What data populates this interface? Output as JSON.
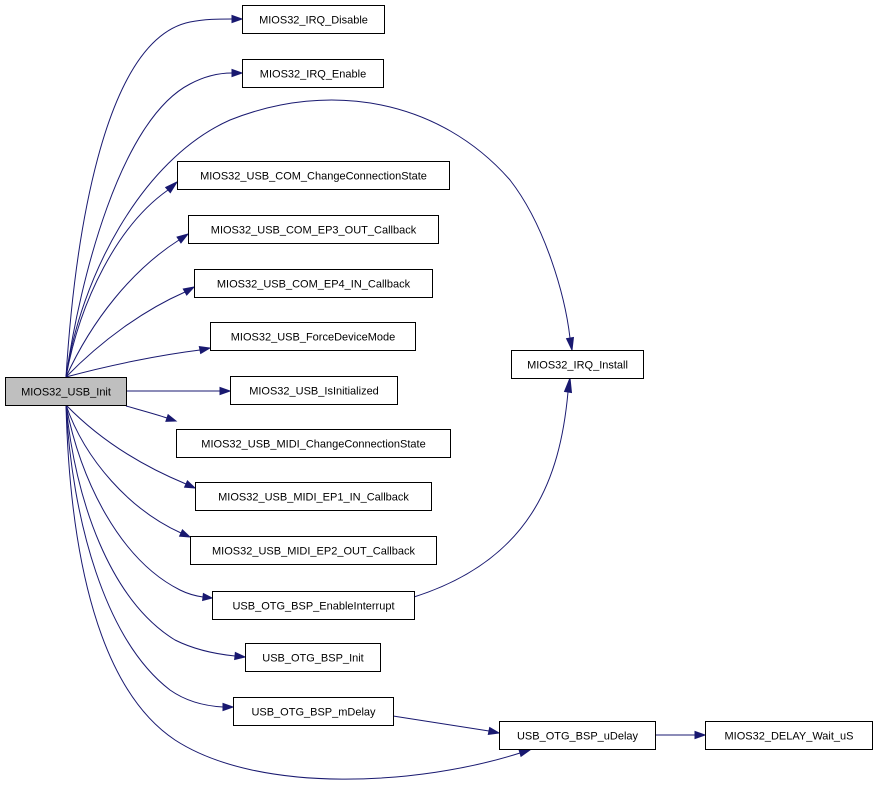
{
  "diagram": {
    "root": "MIOS32_USB_Init",
    "colors": {
      "edge": "#191970",
      "root_fill": "#bfbfbf",
      "node_fill": "#ffffff",
      "node_border": "#000000"
    },
    "nodes": [
      {
        "id": "init",
        "label": "MIOS32_USB_Init",
        "root": true
      },
      {
        "id": "irq_disable",
        "label": "MIOS32_IRQ_Disable"
      },
      {
        "id": "irq_enable",
        "label": "MIOS32_IRQ_Enable"
      },
      {
        "id": "com_ccs",
        "label": "MIOS32_USB_COM_ChangeConnectionState"
      },
      {
        "id": "com_ep3",
        "label": "MIOS32_USB_COM_EP3_OUT_Callback"
      },
      {
        "id": "com_ep4",
        "label": "MIOS32_USB_COM_EP4_IN_Callback"
      },
      {
        "id": "force_dev",
        "label": "MIOS32_USB_ForceDeviceMode"
      },
      {
        "id": "is_init",
        "label": "MIOS32_USB_IsInitialized"
      },
      {
        "id": "midi_ccs",
        "label": "MIOS32_USB_MIDI_ChangeConnectionState"
      },
      {
        "id": "midi_ep1",
        "label": "MIOS32_USB_MIDI_EP1_IN_Callback"
      },
      {
        "id": "midi_ep2",
        "label": "MIOS32_USB_MIDI_EP2_OUT_Callback"
      },
      {
        "id": "otg_enint",
        "label": "USB_OTG_BSP_EnableInterrupt"
      },
      {
        "id": "otg_init",
        "label": "USB_OTG_BSP_Init"
      },
      {
        "id": "otg_mdelay",
        "label": "USB_OTG_BSP_mDelay"
      },
      {
        "id": "otg_udelay",
        "label": "USB_OTG_BSP_uDelay"
      },
      {
        "id": "delay_wait",
        "label": "MIOS32_DELAY_Wait_uS"
      },
      {
        "id": "irq_install",
        "label": "MIOS32_IRQ_Install"
      }
    ],
    "edges": [
      {
        "from": "init",
        "to": "irq_disable"
      },
      {
        "from": "init",
        "to": "irq_enable"
      },
      {
        "from": "init",
        "to": "irq_install"
      },
      {
        "from": "init",
        "to": "com_ccs"
      },
      {
        "from": "init",
        "to": "com_ep3"
      },
      {
        "from": "init",
        "to": "com_ep4"
      },
      {
        "from": "init",
        "to": "force_dev"
      },
      {
        "from": "init",
        "to": "is_init"
      },
      {
        "from": "init",
        "to": "midi_ccs"
      },
      {
        "from": "init",
        "to": "midi_ep1"
      },
      {
        "from": "init",
        "to": "midi_ep2"
      },
      {
        "from": "init",
        "to": "otg_enint"
      },
      {
        "from": "init",
        "to": "otg_init"
      },
      {
        "from": "init",
        "to": "otg_mdelay"
      },
      {
        "from": "init",
        "to": "otg_udelay"
      },
      {
        "from": "otg_enint",
        "to": "irq_install"
      },
      {
        "from": "otg_mdelay",
        "to": "otg_udelay"
      },
      {
        "from": "otg_udelay",
        "to": "delay_wait"
      }
    ]
  }
}
